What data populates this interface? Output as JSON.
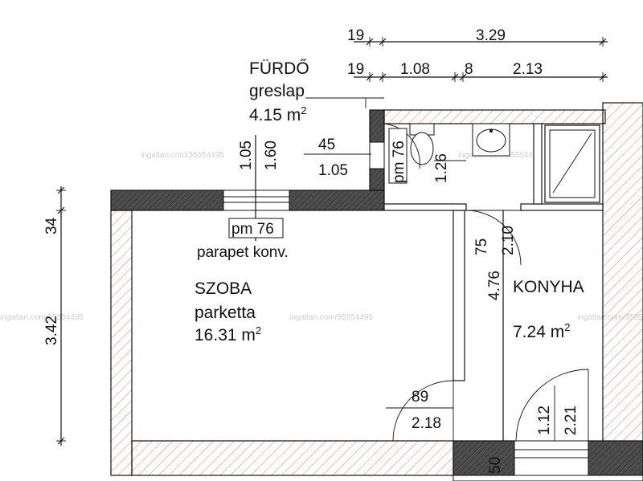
{
  "dimensions": {
    "top_row1": [
      "19",
      "3.29"
    ],
    "top_row2": [
      "19",
      "1.08",
      "8",
      "2.13"
    ],
    "left_vertical": [
      "34",
      "3.42"
    ],
    "window_bath_h1": "1.05",
    "window_bath_h2": "1.60",
    "window_bath_w_top": "45",
    "window_bath_w_bottom": "1.05",
    "bath_pm": "pm 76",
    "bath_height": "1.26",
    "room_window_pm": "pm 76",
    "room_window_note": "parapet konv.",
    "door_kitchen_w": "75",
    "door_kitchen_h": "2.10",
    "hall_length": "4.76",
    "room_door_w": "89",
    "room_door_h": "2.18",
    "kitchen_door_w": "1.12",
    "kitchen_door_h": "2.21",
    "bottom_wall": "50"
  },
  "rooms": {
    "bath": {
      "name": "FÜRDŐ",
      "floor": "greslap",
      "area_value": "4.15 m",
      "area_sup": "2"
    },
    "room": {
      "name": "SZOBA",
      "floor": "parketta",
      "area_value": "16.31 m",
      "area_sup": "2"
    },
    "kitchen": {
      "name": "KONYHA",
      "area_value": "7.24 m",
      "area_sup": "2"
    }
  },
  "watermarks": {
    "text": "ingatlan.com/35554495"
  },
  "colors": {
    "wall_fill": "#4a4a4a",
    "hatch": "#e07b7b",
    "line": "#111111"
  }
}
